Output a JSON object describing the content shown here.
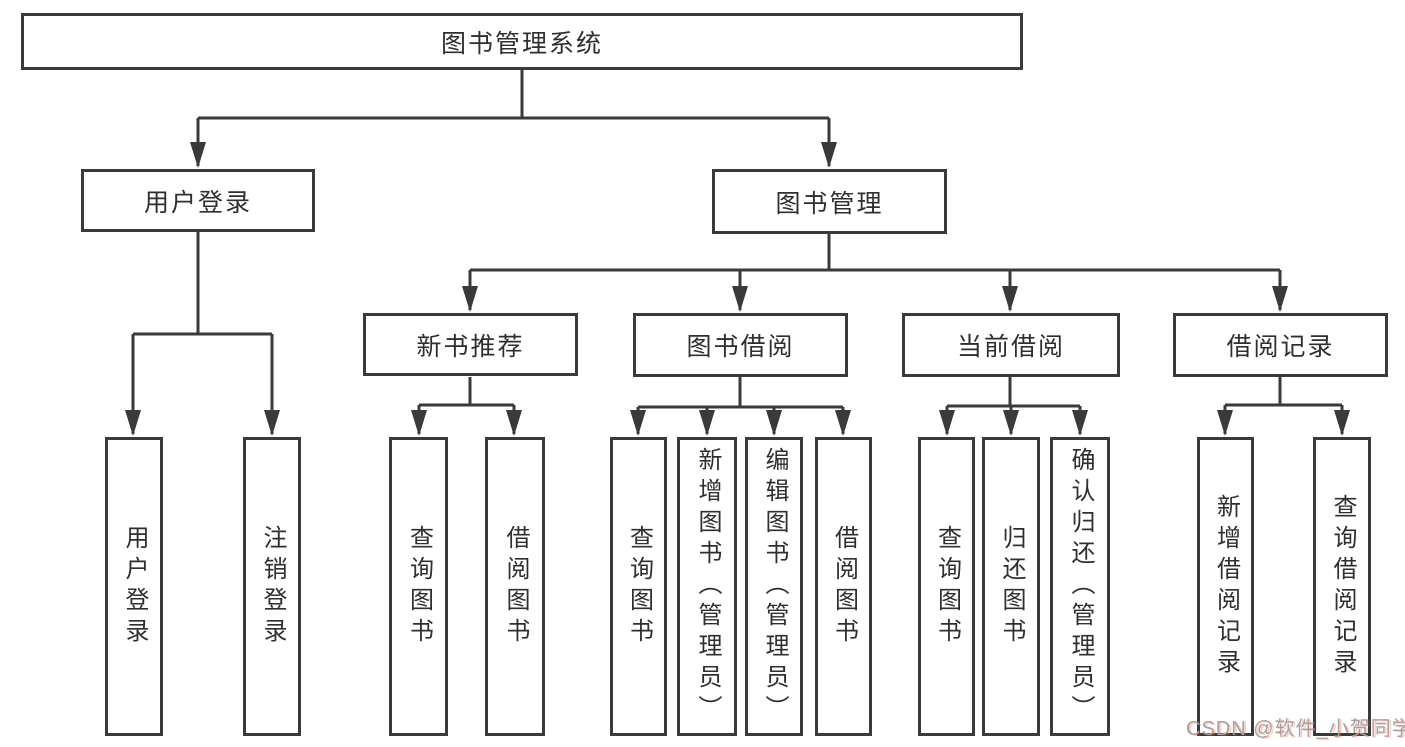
{
  "diagram": {
    "root": {
      "label": "图书管理系统"
    },
    "branches": [
      {
        "label": "用户登录",
        "children": [
          {
            "label": "用户登录"
          },
          {
            "label": "注销登录"
          }
        ]
      },
      {
        "label": "图书管理",
        "groups": [
          {
            "label": "新书推荐",
            "children": [
              {
                "label": "查询图书"
              },
              {
                "label": "借阅图书"
              }
            ]
          },
          {
            "label": "图书借阅",
            "children": [
              {
                "label": "查询图书"
              },
              {
                "label": "新增图书（管理员）"
              },
              {
                "label": "编辑图书（管理员）"
              },
              {
                "label": "借阅图书"
              }
            ]
          },
          {
            "label": "当前借阅",
            "children": [
              {
                "label": "查询图书"
              },
              {
                "label": "归还图书"
              },
              {
                "label": "确认归还（管理员）"
              }
            ]
          },
          {
            "label": "借阅记录",
            "children": [
              {
                "label": "新增借阅记录"
              },
              {
                "label": "查询借阅记录"
              }
            ]
          }
        ]
      }
    ]
  },
  "watermark": {
    "label": "CSDN @软件_小贺同学"
  },
  "colors": {
    "line": "#3a3a3a",
    "box_border": "#3a3a3a",
    "text": "#2f2f2f",
    "background": "#ffffff",
    "watermark_gray": "#a3a3a3",
    "watermark_accent": "#fc5531"
  }
}
